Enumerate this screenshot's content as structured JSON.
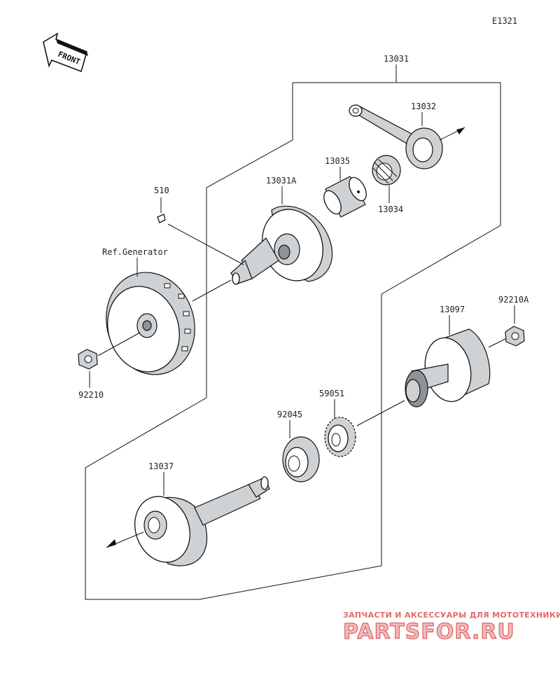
{
  "diagram_code": "E1321",
  "front_label": "FRONT",
  "labels": {
    "p13031": "13031",
    "p13032": "13032",
    "p13035": "13035",
    "p13031A": "13031A",
    "p13034": "13034",
    "p510": "510",
    "ref_generator": "Ref.Generator",
    "p92210": "92210",
    "p92210A": "92210A",
    "p13097": "13097",
    "p59051": "59051",
    "p92045": "92045",
    "p13037": "13037"
  },
  "watermark": {
    "tagline": "ЗАПЧАСТИ И АКСЕССУАРЫ ДЛЯ МОТОТЕХНИКИ",
    "brand": "PARTSFOR.RU"
  },
  "colors": {
    "line": "#111111",
    "part_fill": "#cfd2d4",
    "watermark_red": "#d94a4a"
  }
}
